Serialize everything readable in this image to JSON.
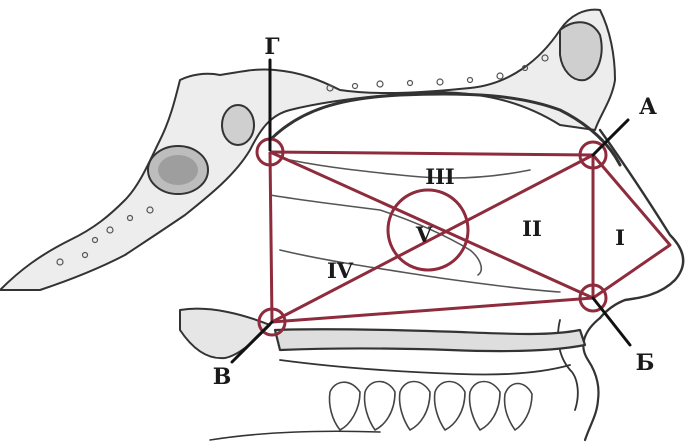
{
  "colors": {
    "diagram_line": "#8e2b3c",
    "anatomy_line": "#333333",
    "anatomy_fill": "#e9e9e9",
    "background": "#ffffff"
  },
  "points": {
    "a": "А",
    "b": "Б",
    "v": "В",
    "g": "Г"
  },
  "zones": {
    "i": "I",
    "ii": "II",
    "iii": "III",
    "iv": "IV",
    "v": "V"
  }
}
